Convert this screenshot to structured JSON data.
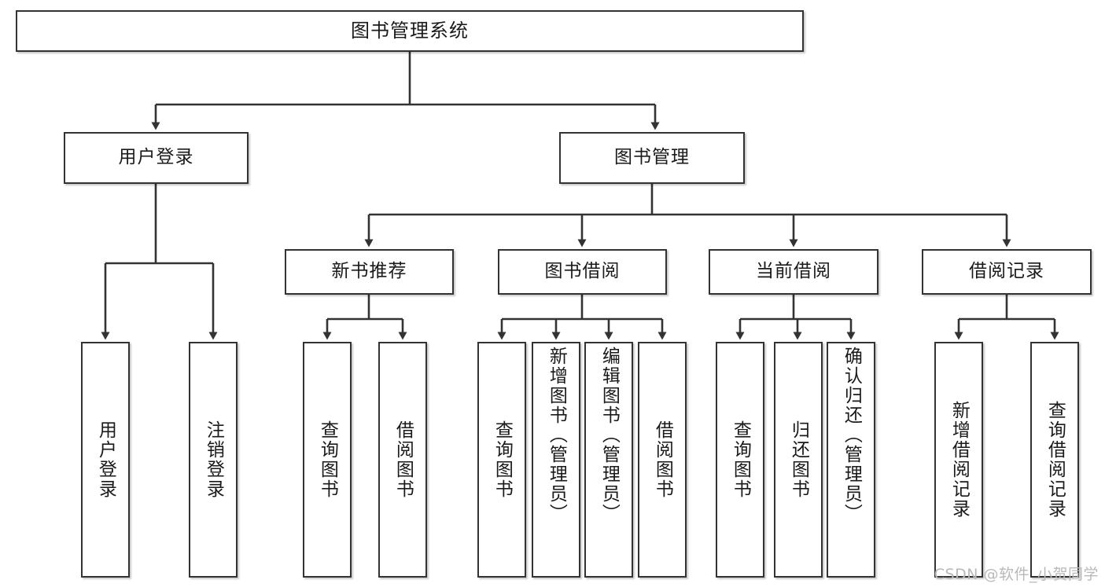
{
  "diagram": {
    "type": "tree-hierarchy",
    "title": "图书管理系统",
    "watermark": "CSDN @软件_小贺同学",
    "colors": {
      "node_border": "#333333",
      "node_fill": "#ffffff",
      "edge": "#333333",
      "text": "#1a1a1a",
      "watermark": "#b9b9b9",
      "background": "#ffffff"
    },
    "nodes": {
      "root": {
        "label": "图书管理系统"
      },
      "level2": [
        {
          "id": "user-login",
          "label": "用户登录"
        },
        {
          "id": "book-manage",
          "label": "图书管理"
        }
      ],
      "level3": [
        {
          "id": "new-book-recommend",
          "label": "新书推荐"
        },
        {
          "id": "book-borrow",
          "label": "图书借阅"
        },
        {
          "id": "current-borrow",
          "label": "当前借阅"
        },
        {
          "id": "borrow-record",
          "label": "借阅记录"
        }
      ],
      "leaves": [
        {
          "id": "leaf-user-login",
          "parent": "user-login",
          "label": "用户登录"
        },
        {
          "id": "leaf-logout",
          "parent": "user-login",
          "label": "注销登录"
        },
        {
          "id": "leaf-query-book-1",
          "parent": "new-book-recommend",
          "label": "查询图书"
        },
        {
          "id": "leaf-borrow-book-1",
          "parent": "new-book-recommend",
          "label": "借阅图书"
        },
        {
          "id": "leaf-query-book-2",
          "parent": "book-borrow",
          "label": "查询图书"
        },
        {
          "id": "leaf-add-book",
          "parent": "book-borrow",
          "label": "新增图书（管理员）"
        },
        {
          "id": "leaf-edit-book",
          "parent": "book-borrow",
          "label": "编辑图书（管理员）"
        },
        {
          "id": "leaf-borrow-book-2",
          "parent": "book-borrow",
          "label": "借阅图书"
        },
        {
          "id": "leaf-query-book-3",
          "parent": "current-borrow",
          "label": "查询图书"
        },
        {
          "id": "leaf-return-book",
          "parent": "current-borrow",
          "label": "归还图书"
        },
        {
          "id": "leaf-confirm-return",
          "parent": "current-borrow",
          "label": "确认归还（管理员）"
        },
        {
          "id": "leaf-add-record",
          "parent": "borrow-record",
          "label": "新增借阅记录"
        },
        {
          "id": "leaf-query-record",
          "parent": "borrow-record",
          "label": "查询借阅记录"
        }
      ]
    }
  }
}
